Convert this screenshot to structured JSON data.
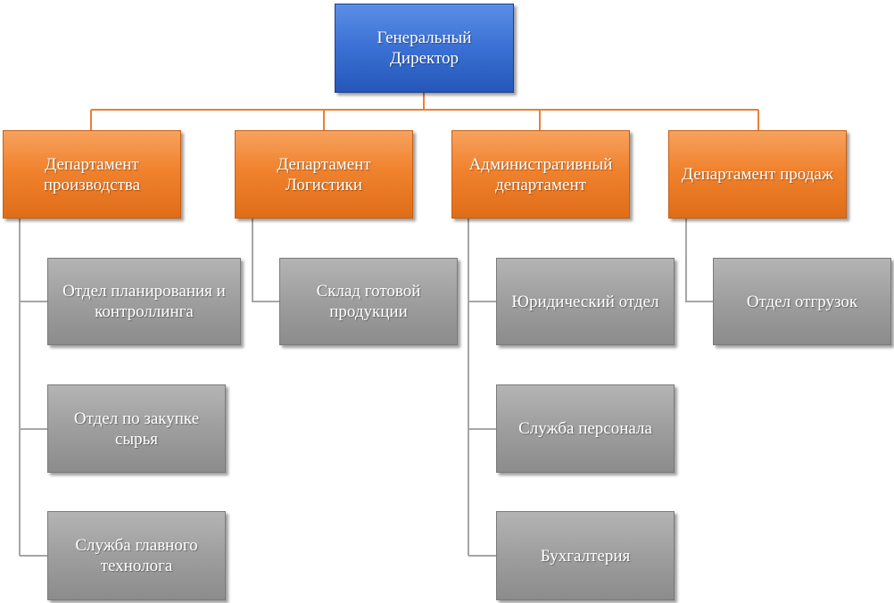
{
  "ceo": {
    "label": "Генеральный\nДиректор"
  },
  "departments": [
    {
      "label": "Департамент\nпроизводства",
      "units": [
        "Отдел планирования и\nконтроллинга",
        "Отдел по закупке\nсырья",
        "Служба главного\nтехнолога"
      ]
    },
    {
      "label": "Департамент\nЛогистики",
      "units": [
        "Склад готовой\nпродукции"
      ]
    },
    {
      "label": "Административный\nдепартамент",
      "units": [
        "Юридический отдел",
        "Служба персонала",
        "Бухгалтерия"
      ]
    },
    {
      "label": "Департамент продаж",
      "units": [
        "Отдел отгрузок"
      ]
    }
  ],
  "colors": {
    "ceo_fill": "#3a70d4",
    "department_fill": "#f0822e",
    "unit_fill": "#9e9e9e",
    "connector_top": "#ee7e35",
    "connector_units": "#a6a6a6",
    "text": "#ffffff"
  }
}
